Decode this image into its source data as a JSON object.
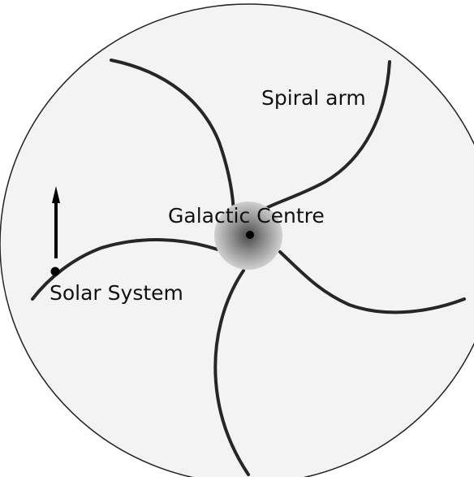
{
  "diagram": {
    "labels": {
      "spiral_arm": "Spiral arm",
      "galactic_centre": "Galactic Centre",
      "solar_system": "Solar System"
    },
    "colors": {
      "disk_fill": "#f3f3f3",
      "disk_outline": "#222222",
      "arm_stroke": "#262626",
      "bulge_core": "#4a4a4a",
      "bulge_edge": "#d0d0d0",
      "marker": "#000000"
    },
    "elements": {
      "spiral_arm_count": 5,
      "solar_system_motion": "arrow-up"
    }
  }
}
